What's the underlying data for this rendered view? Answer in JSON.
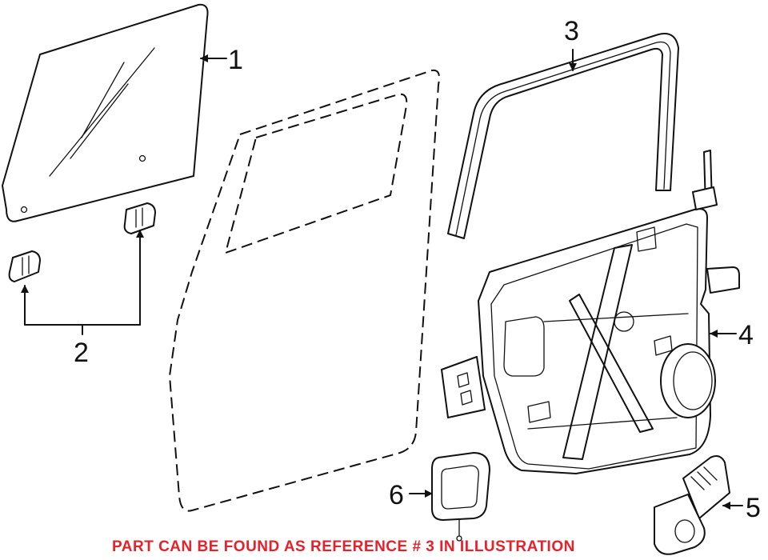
{
  "callouts": {
    "c1": "1",
    "c2": "2",
    "c3": "3",
    "c4": "4",
    "c5": "5",
    "c6": "6"
  },
  "footer": {
    "note": "PART CAN BE FOUND AS REFERENCE # 3 IN ILLUSTRATION"
  },
  "colors": {
    "line": "#111111",
    "note": "#e8202a",
    "background": "#ffffff"
  }
}
